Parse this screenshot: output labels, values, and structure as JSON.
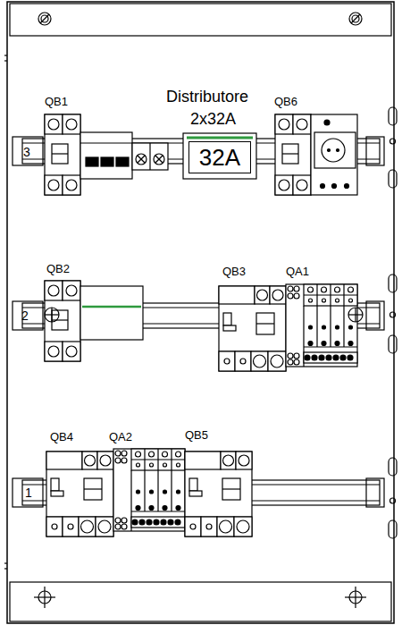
{
  "diagram": {
    "nodes": [
      {
        "text": [
          "32A"
        ]
      }
    ],
    "labels": [
      "QB1",
      "Distributore",
      "2x32A",
      "QB6",
      "3",
      "QB2",
      "QB3",
      "QA1",
      "2",
      "QB4",
      "QA2",
      "QB5",
      "1"
    ]
  }
}
